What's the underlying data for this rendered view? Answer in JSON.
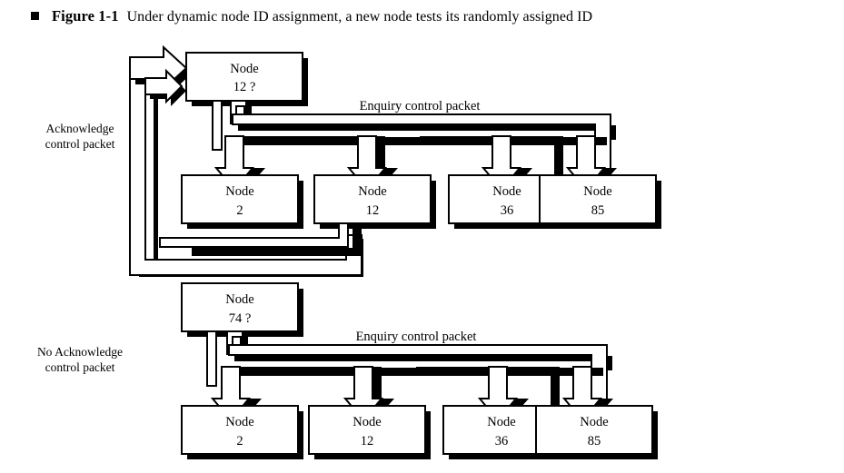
{
  "caption": {
    "bullet": "square-bullet",
    "label": "Figure 1-1",
    "text": "Under dynamic node ID assignment, a new node tests its randomly assigned ID"
  },
  "diagram": {
    "title": "dynamic-node-id-assignment",
    "colors": {
      "line": "#000000",
      "fill": "#ffffff",
      "shadow": "#000000"
    },
    "upper": {
      "new_node": {
        "line1": "Node",
        "line2": "12 ?"
      },
      "bus_label": "Enquiry control packet",
      "side_label_line1": "Acknowledge",
      "side_label_line2": "control packet",
      "nodes": [
        {
          "line1": "Node",
          "line2": "2"
        },
        {
          "line1": "Node",
          "line2": "12"
        },
        {
          "line1": "Node",
          "line2": "36"
        },
        {
          "line1": "Node",
          "line2": "85"
        }
      ]
    },
    "lower": {
      "new_node": {
        "line1": "Node",
        "line2": "74 ?"
      },
      "bus_label": "Enquiry control packet",
      "side_label_line1": "No Acknowledge",
      "side_label_line2": "control packet",
      "nodes": [
        {
          "line1": "Node",
          "line2": "2"
        },
        {
          "line1": "Node",
          "line2": "12"
        },
        {
          "line1": "Node",
          "line2": "36"
        },
        {
          "line1": "Node",
          "line2": "85"
        }
      ]
    }
  }
}
